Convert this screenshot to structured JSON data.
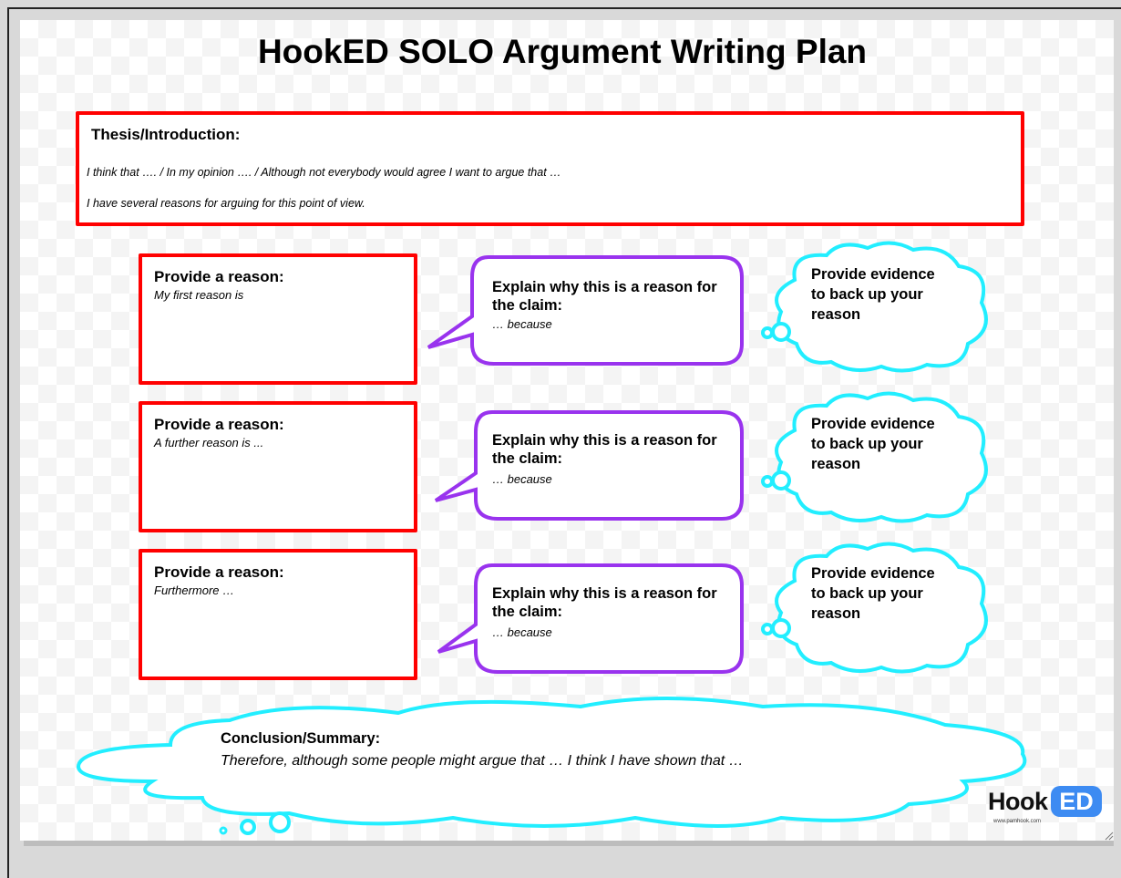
{
  "title": "HookED SOLO Argument Writing Plan",
  "thesis": {
    "heading": "Thesis/Introduction:",
    "line1": "I think that …. / In my opinion …. / Although not everybody would agree I want to argue that …",
    "line2": "I have several reasons for arguing for this point of view."
  },
  "rows": [
    {
      "reason_heading": "Provide a reason:",
      "reason_text": "My first reason is",
      "explain_heading": "Explain why this is a reason for the claim:",
      "explain_text": "… because",
      "evidence_text": "Provide evidence to back up your reason"
    },
    {
      "reason_heading": "Provide a reason:",
      "reason_text": "A further reason is ...",
      "explain_heading": "Explain why this is a reason for the claim:",
      "explain_text": "… because",
      "evidence_text": "Provide evidence to back up your reason"
    },
    {
      "reason_heading": "Provide a reason:",
      "reason_text": "Furthermore …",
      "explain_heading": "Explain why this is a reason for the claim:",
      "explain_text": "… because",
      "evidence_text": "Provide evidence to back up your reason"
    }
  ],
  "conclusion": {
    "heading": "Conclusion/Summary:",
    "text": "Therefore, although some people might argue that … I think I have shown that …"
  },
  "logo": {
    "hook": "Hook",
    "ed": "ED",
    "url": "www.pamhook.com"
  },
  "colors": {
    "reason_border": "#ff0000",
    "explain_border": "#9933ee",
    "thought_cloud": "#22eeff",
    "logo_accent": "#3d8bf2"
  }
}
